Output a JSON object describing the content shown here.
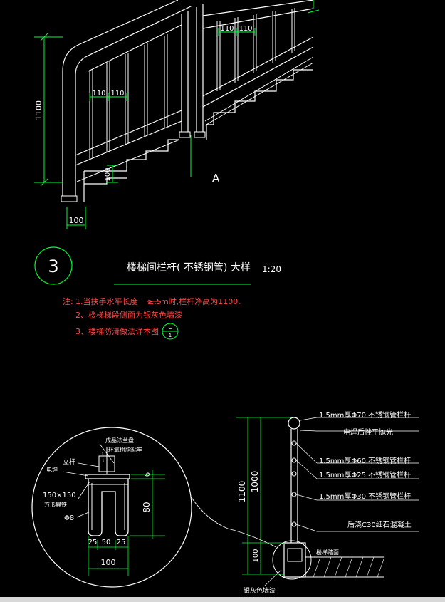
{
  "title": {
    "number": "3",
    "text": "楼梯间栏杆( 不锈钢管) 大样",
    "scale": "1:20"
  },
  "notes": {
    "prefix": "注:",
    "line1": "1.当扶手水平长度",
    "line1_struck": "≥.5",
    "line1_rest": "m时,栏杆净高为1100.",
    "line2": "2、楼梯梯段侧面为银灰色墙漆",
    "line3": "3、楼梯防滑做法详本图",
    "ref_top": "C",
    "ref_bottom": "1"
  },
  "elevation": {
    "dim_1100": "1100",
    "dim_110_a": "110",
    "dim_110_b": "110",
    "dim_110_c": "110",
    "dim_110_d": "110",
    "dim_100_v": "100",
    "dim_100_h": "100",
    "mark_a": "A"
  },
  "detail": {
    "label_flange": "成品法兰盘",
    "label_epoxy": "环氧树脂粘牢",
    "label_post": "立杆",
    "label_weld": "电焊",
    "label_plate": "150×150",
    "label_plate2": "方形扁铁",
    "label_phi8": "Φ8",
    "dim_6": "6",
    "dim_80": "80",
    "dim_25a": "25",
    "dim_50": "50",
    "dim_25b": "25",
    "dim_100": "100"
  },
  "section": {
    "dim_1100": "1100",
    "dim_1000": "1000",
    "dim_100": "100",
    "callout_1": "1.5mm厚Φ70 不锈钢管栏杆",
    "callout_2": "电焊后挫平抛光",
    "callout_3": "1.5mm厚Φ60 不锈钢管栏杆",
    "callout_4": "1.5mm厚Φ25 不锈钢管栏杆",
    "callout_5": "1.5mm厚Φ30 不锈钢管栏杆",
    "callout_6": "后浇C30细石混凝土",
    "label_stair": "楼梯踏面",
    "label_paint": "银灰色墙漆"
  }
}
